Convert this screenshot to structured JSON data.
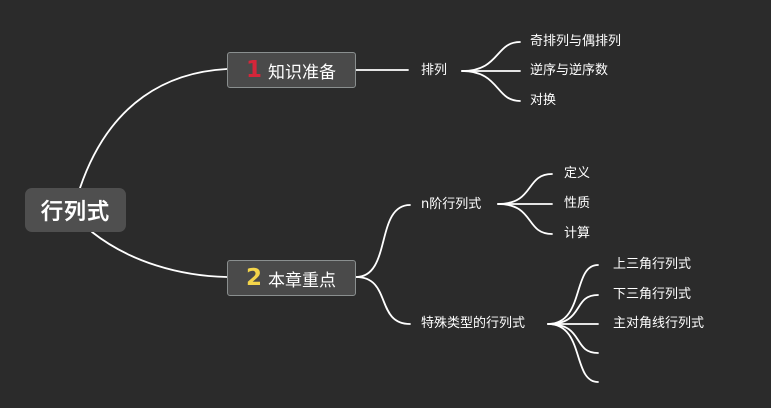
{
  "root": {
    "label": "行列式"
  },
  "branches": [
    {
      "number": "1",
      "number_color": "#d6263a",
      "label": "知识准备",
      "children": [
        {
          "label": "排列",
          "children": [
            "奇排列与偶排列",
            "逆序与逆序数",
            "对换"
          ]
        }
      ]
    },
    {
      "number": "2",
      "number_color": "#f4d54a",
      "label": "本章重点",
      "children": [
        {
          "label": "n阶行列式",
          "children": [
            "定义",
            "性质",
            "计算"
          ]
        },
        {
          "label": "特殊类型的行列式",
          "children": [
            "上三角行列式",
            "下三角行列式",
            "主对角线行列式",
            "",
            ""
          ]
        }
      ]
    }
  ],
  "colors": {
    "background": "#2b2b2b",
    "line": "#ffffff",
    "node_fill": "#4a4a4a",
    "node_border": "#8a8f8f"
  }
}
